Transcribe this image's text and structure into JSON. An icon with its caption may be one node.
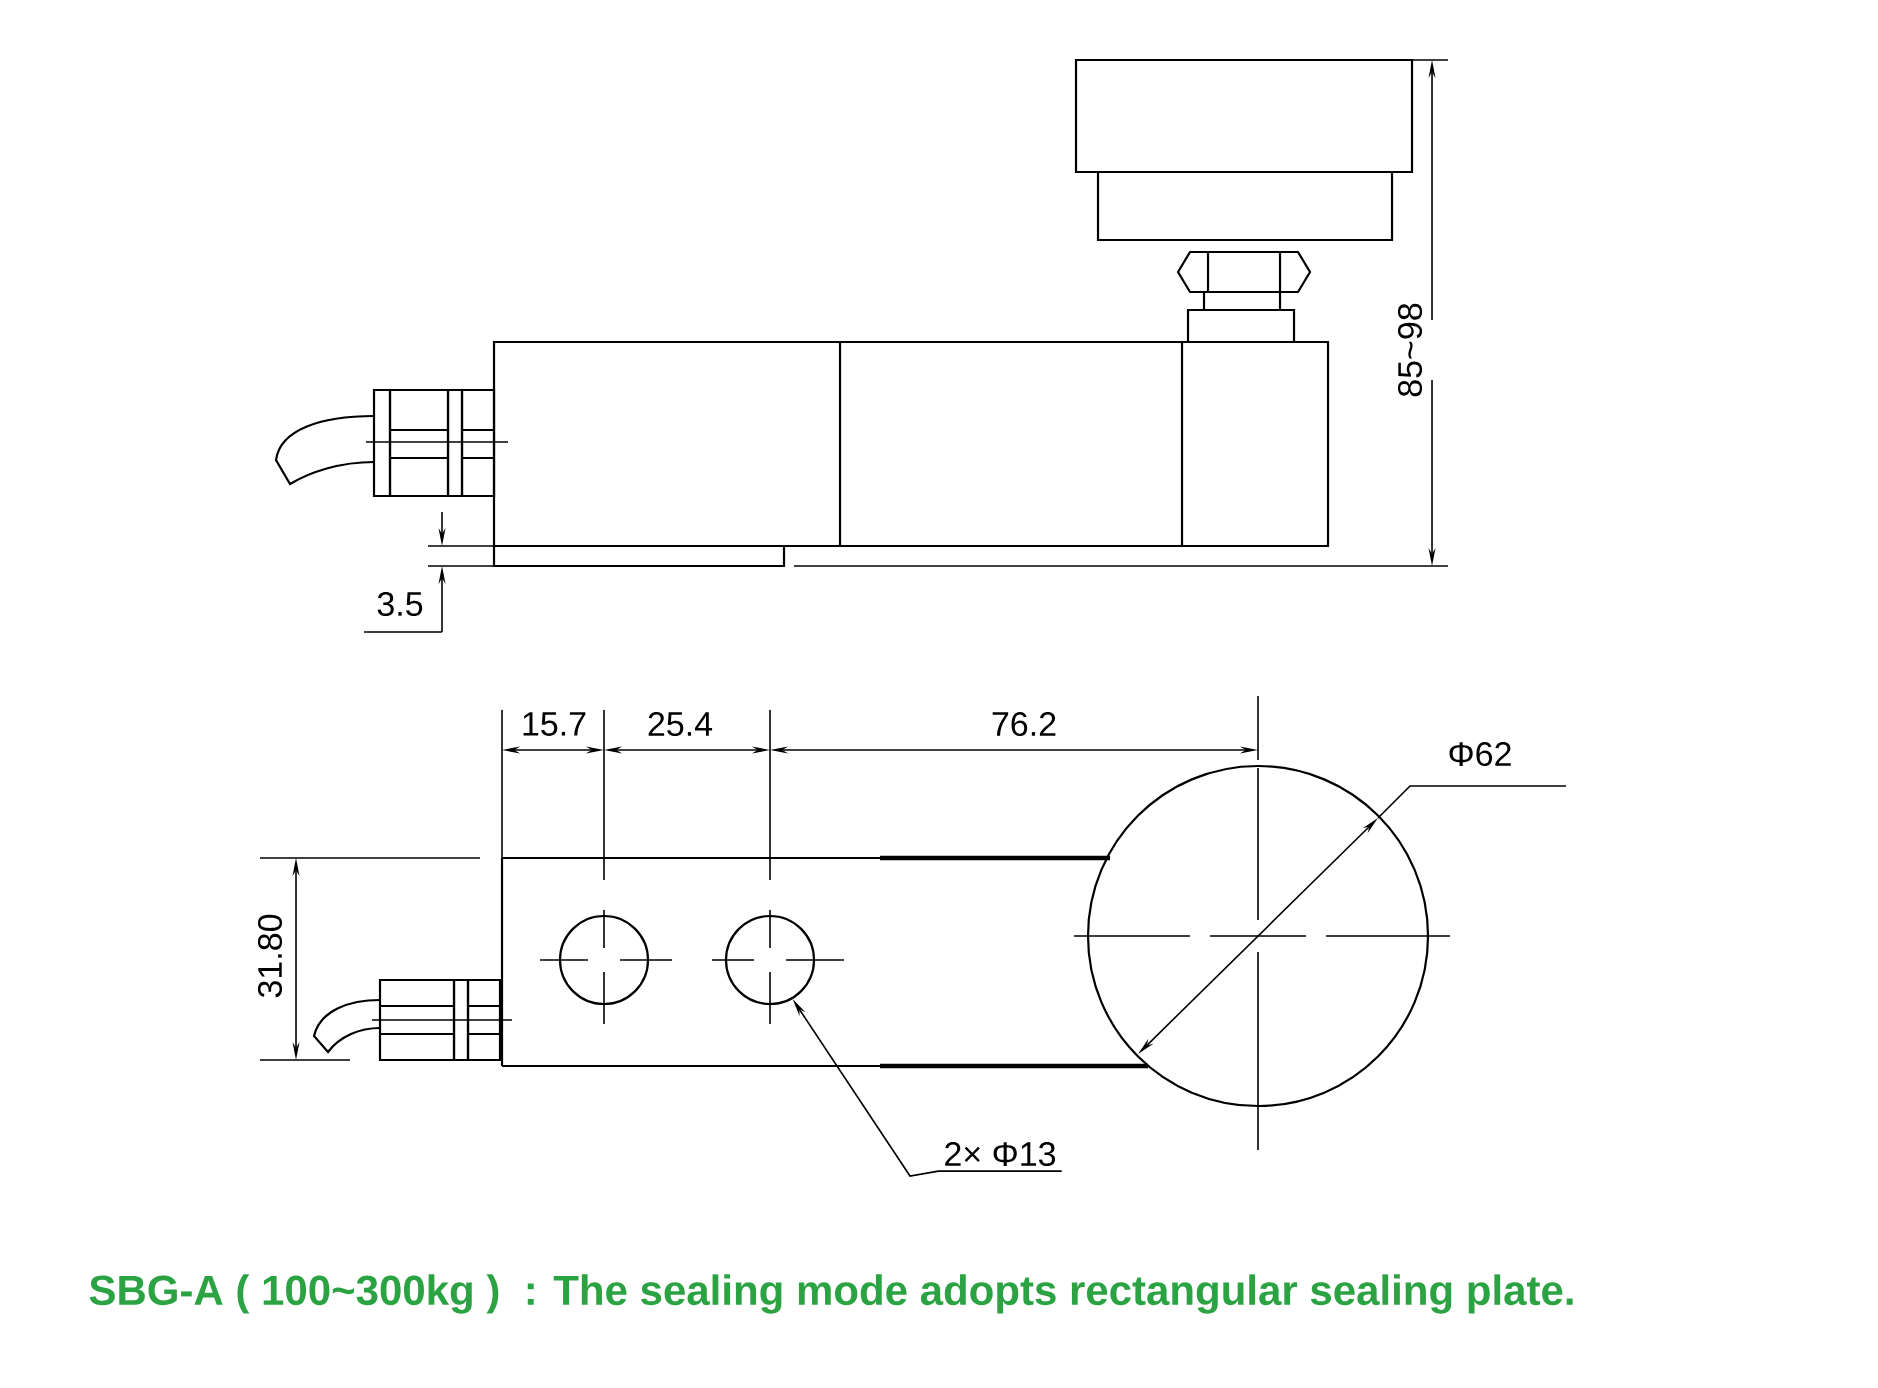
{
  "diagram": {
    "caption": "SBG-A ( 100~300kg )  : The sealing mode adopts rectangular sealing plate.",
    "nodes": [
      {
        "text": [
          "2× Φ13"
        ]
      },
      {
        "text": [],
        "shape": "circle"
      },
      {
        "text": [],
        "shape": "circle"
      }
    ],
    "edges": [
      {
        "from": 0,
        "to": 2,
        "arrow": "to"
      }
    ],
    "labels": [
      "85~98",
      "3.5",
      "15.7",
      "25.4",
      "76.2",
      "Φ62",
      "31.80"
    ]
  }
}
